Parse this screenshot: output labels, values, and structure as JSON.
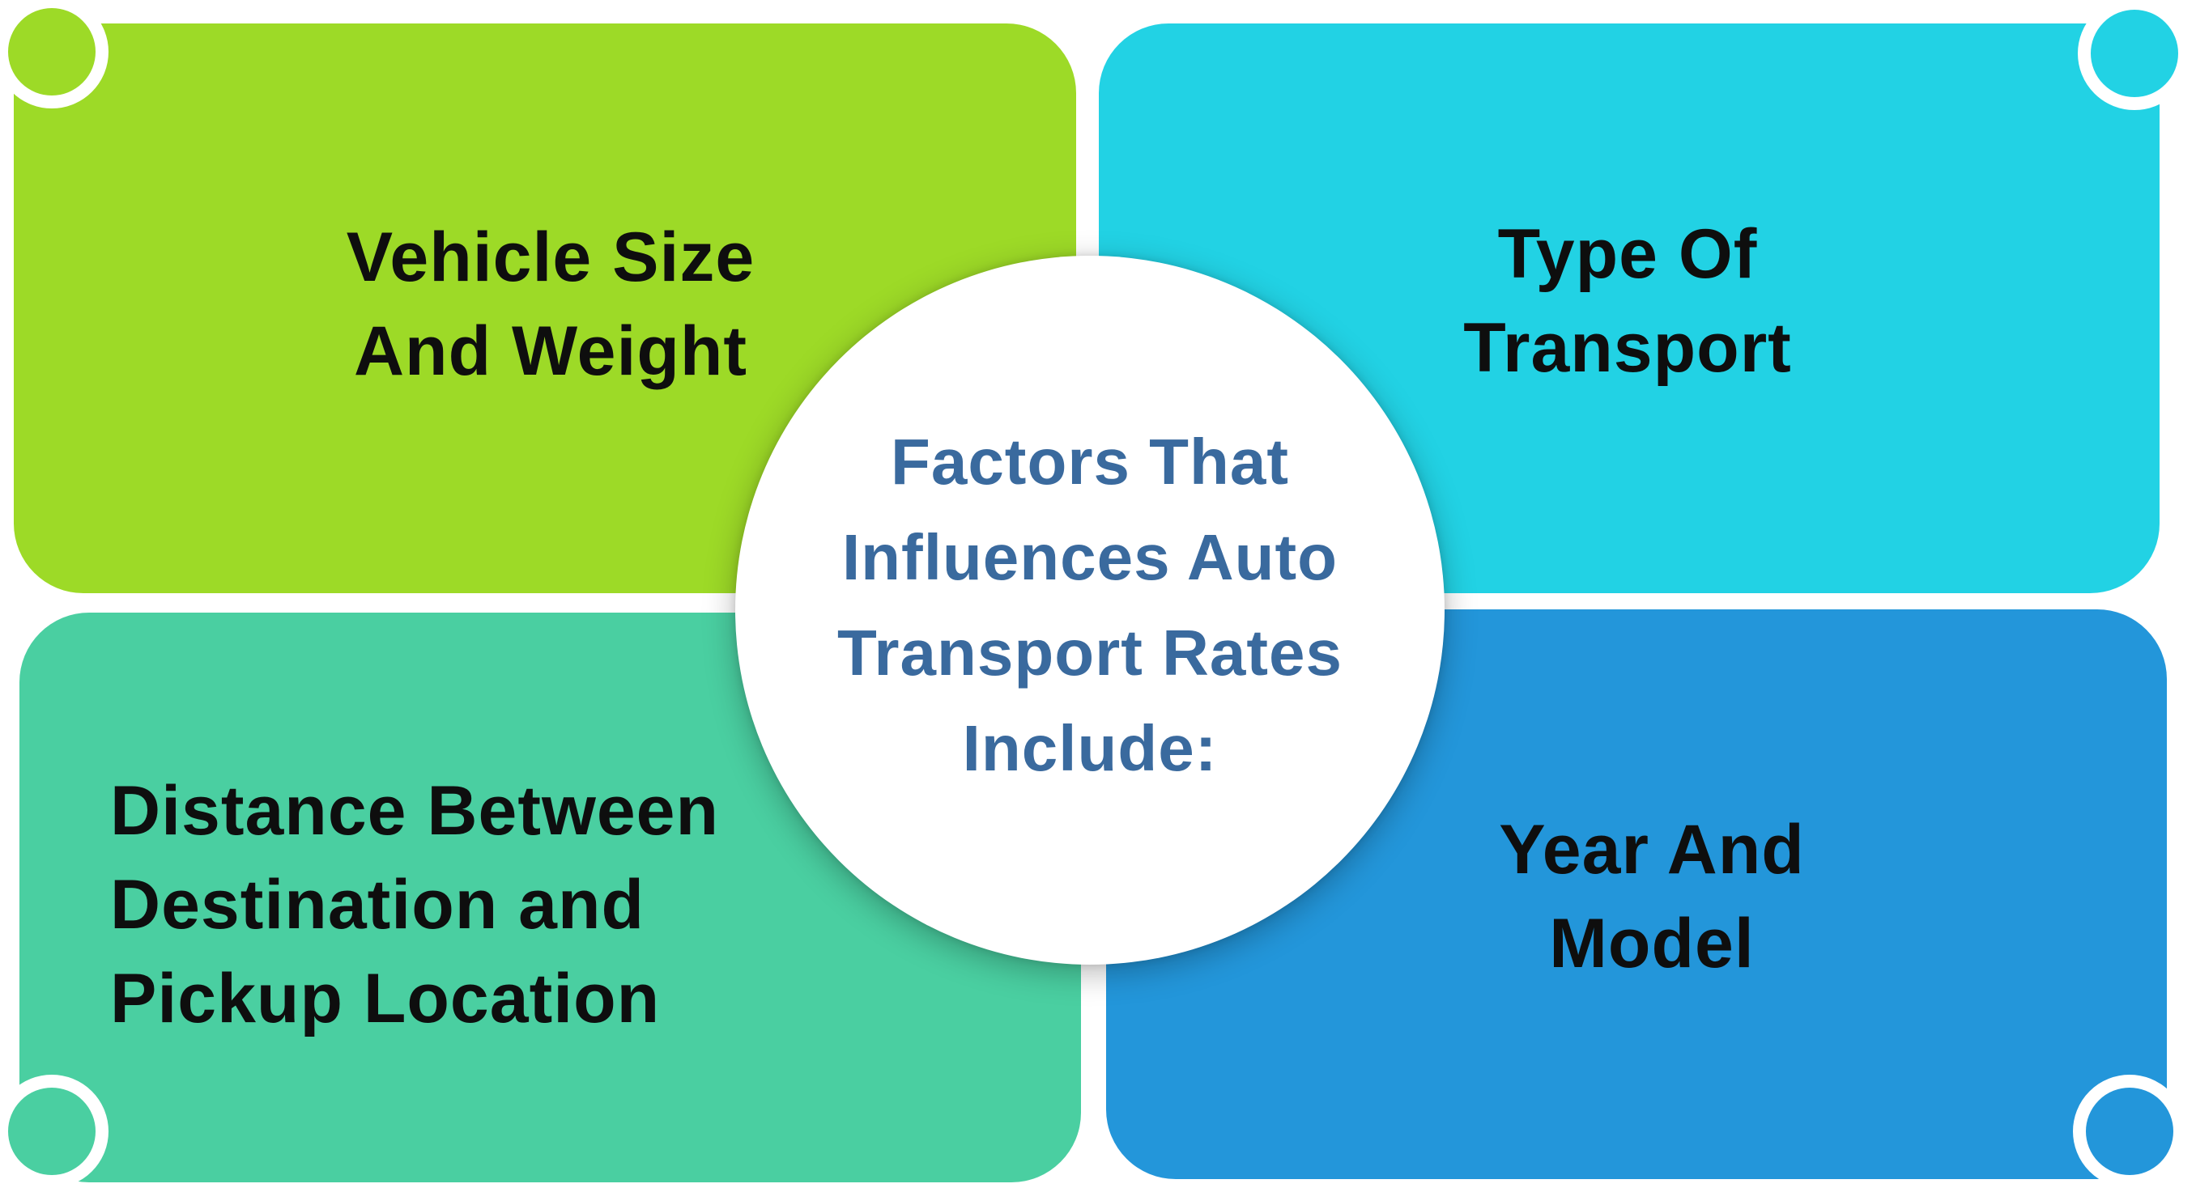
{
  "colors": {
    "green": "#9dda27",
    "cyan": "#22d2e4",
    "teal": "#4acfa1",
    "blue": "#2396da",
    "center_text": "#3a6a9e",
    "label_text": "#0e0e0e"
  },
  "center": {
    "lines": [
      "Factors That",
      "Influences Auto",
      "Transport Rates",
      "Include:"
    ]
  },
  "quadrants": {
    "top_left": {
      "lines": [
        "Vehicle Size",
        "And Weight"
      ]
    },
    "top_right": {
      "lines": [
        "Type Of",
        "Transport"
      ]
    },
    "bottom_left": {
      "lines": [
        "Distance Between",
        "Destination and",
        "Pickup Location"
      ]
    },
    "bottom_right": {
      "lines": [
        "Year And",
        "Model"
      ]
    }
  }
}
